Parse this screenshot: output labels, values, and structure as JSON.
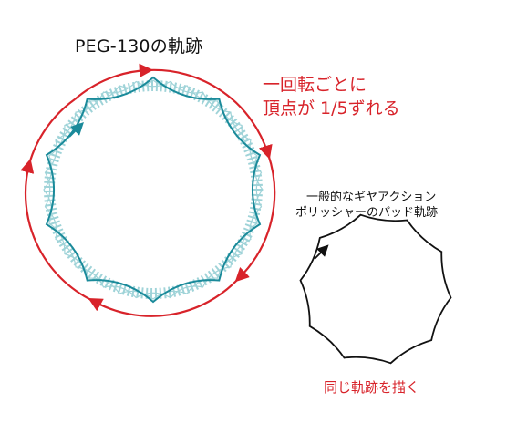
{
  "title": "PEG-130の軌跡",
  "note_rotation": {
    "line1": "一回転ごとに",
    "line2": "頂点が 1/5ずれる"
  },
  "note_general": {
    "line1": "一般的なギヤアクション",
    "line2": "ポリッシャーのパッド軌跡"
  },
  "note_same": "同じ軌跡を描く",
  "colors": {
    "red": "#d8232a",
    "teal": "#1a8a9a",
    "light_teal": "#9fd3d8",
    "black": "#111111"
  }
}
